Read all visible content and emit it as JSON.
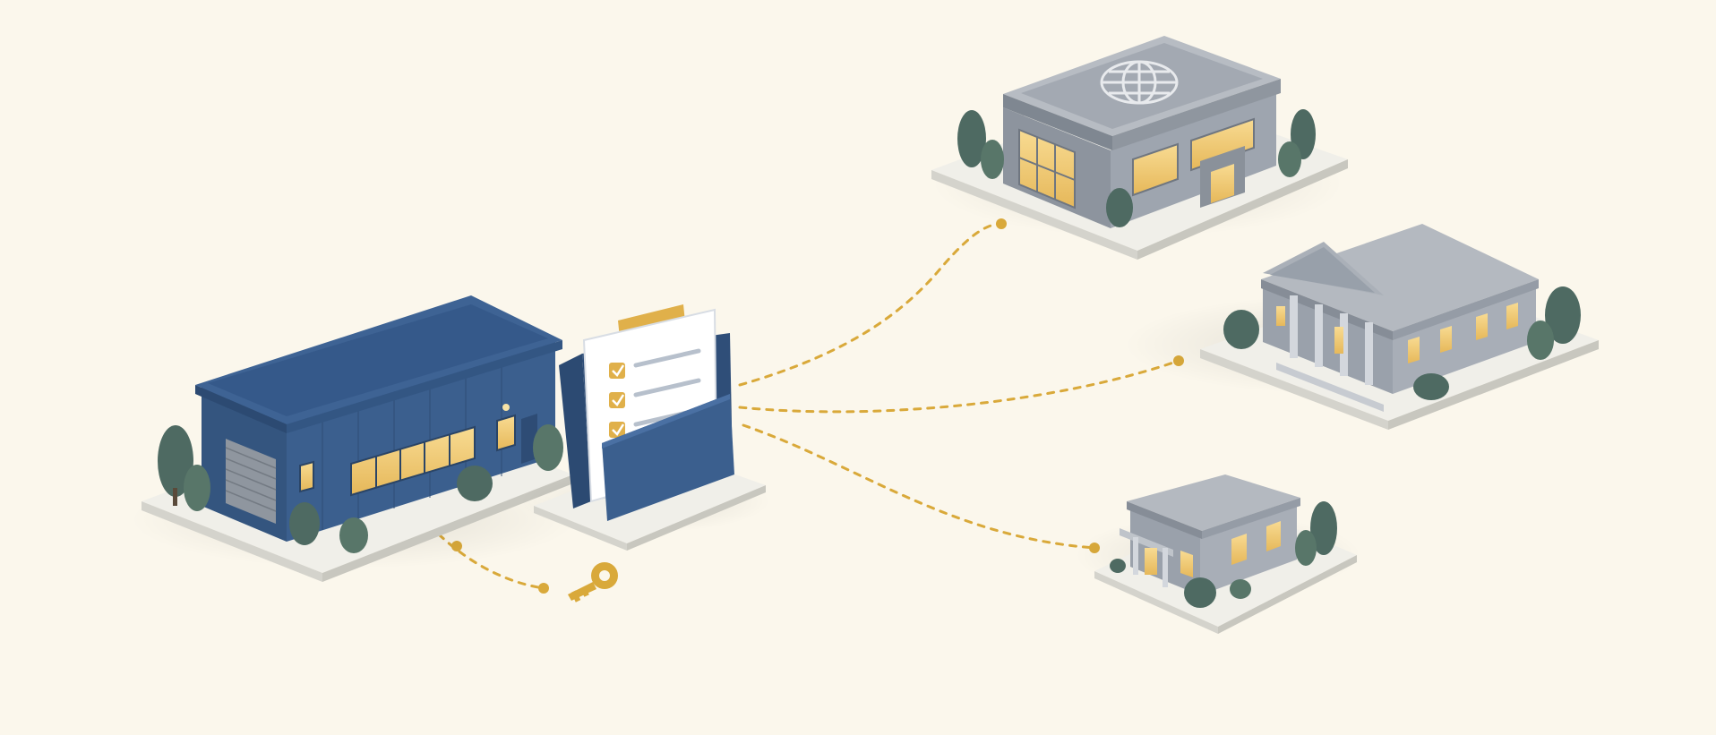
{
  "diagram": {
    "type": "isometric-illustration",
    "text_labels": [],
    "nodes": [
      {
        "id": "warehouse",
        "kind": "blue warehouse building"
      },
      {
        "id": "folder",
        "kind": "folder with checklist document"
      },
      {
        "id": "key",
        "kind": "golden key"
      },
      {
        "id": "global-office",
        "kind": "gray office building with globe on roof"
      },
      {
        "id": "courthouse",
        "kind": "gray columned government building"
      },
      {
        "id": "small-office",
        "kind": "small gray office building"
      }
    ],
    "connections": [
      {
        "from": "warehouse",
        "to": "key",
        "style": "dotted"
      },
      {
        "from": "folder",
        "to": "global-office",
        "style": "dotted"
      },
      {
        "from": "folder",
        "to": "courthouse",
        "style": "dotted"
      },
      {
        "from": "folder",
        "to": "small-office",
        "style": "dotted"
      }
    ]
  },
  "colors": {
    "background": "#fbf7ec",
    "accent_gold": "#d9a93a",
    "warehouse_blue": "#3b5f8e",
    "building_gray": "#9aa1ab",
    "window_light": "#f3cf7c",
    "tree_green": "#4e6a62"
  },
  "icons": [
    "warehouse-icon",
    "folder-icon",
    "checklist-icon",
    "key-icon",
    "globe-icon",
    "courthouse-icon",
    "office-icon",
    "tree-icon"
  ]
}
